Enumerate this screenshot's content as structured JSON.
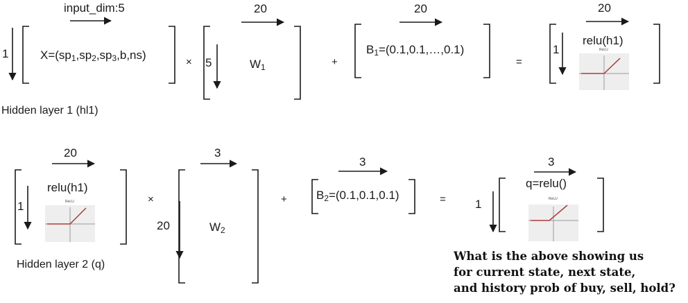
{
  "row1": {
    "input_dim_label": "input_dim:5",
    "x_rows": "1",
    "x_expr": {
      "prefix": "X=(sp",
      "s1": "1",
      "mid1": ",sp",
      "s2": "2",
      "mid2": ",sp",
      "s3": "3",
      "suffix": ",b,ns)"
    },
    "times": "×",
    "w1_rows": "5",
    "w1_cols": "20",
    "w1_name": "W",
    "w1_sub": "1",
    "plus": "+",
    "b1_cols": "20",
    "b1_expr": {
      "prefix": "B",
      "sub": "1",
      "suffix": "=(0.1,0.1,…,0.1)"
    },
    "equals": "=",
    "out_cols": "20",
    "out_rows": "1",
    "out_label": "relu(h1)",
    "relu_plot_title": "ReLU",
    "layer_label": "Hidden layer 1 (hl1)"
  },
  "row2": {
    "in_cols": "20",
    "in_rows": "1",
    "in_label": "relu(h1)",
    "relu_plot_title": "ReLU",
    "times": "×",
    "w2_cols": "3",
    "w2_rows": "20",
    "w2_name": "W",
    "w2_sub": "2",
    "plus": "+",
    "b2_cols": "3",
    "b2_expr": {
      "prefix": "B",
      "sub": "2",
      "suffix": "=(0.1,0.1,0.1)"
    },
    "equals": "=",
    "out_cols": "3",
    "out_rows": "1",
    "out_label": "q=relu()",
    "layer_label": "Hidden layer 2 (q)"
  },
  "question": {
    "line1": "What is the above showing us",
    "line2": "for current state, next state,",
    "line3": "and history prob of buy, sell, hold?"
  },
  "colors": {
    "ink": "#1a1a1a",
    "relu_line": "#b03a3a",
    "plot_bg": "#eeeeee",
    "plot_axis": "#9a9a9a"
  }
}
